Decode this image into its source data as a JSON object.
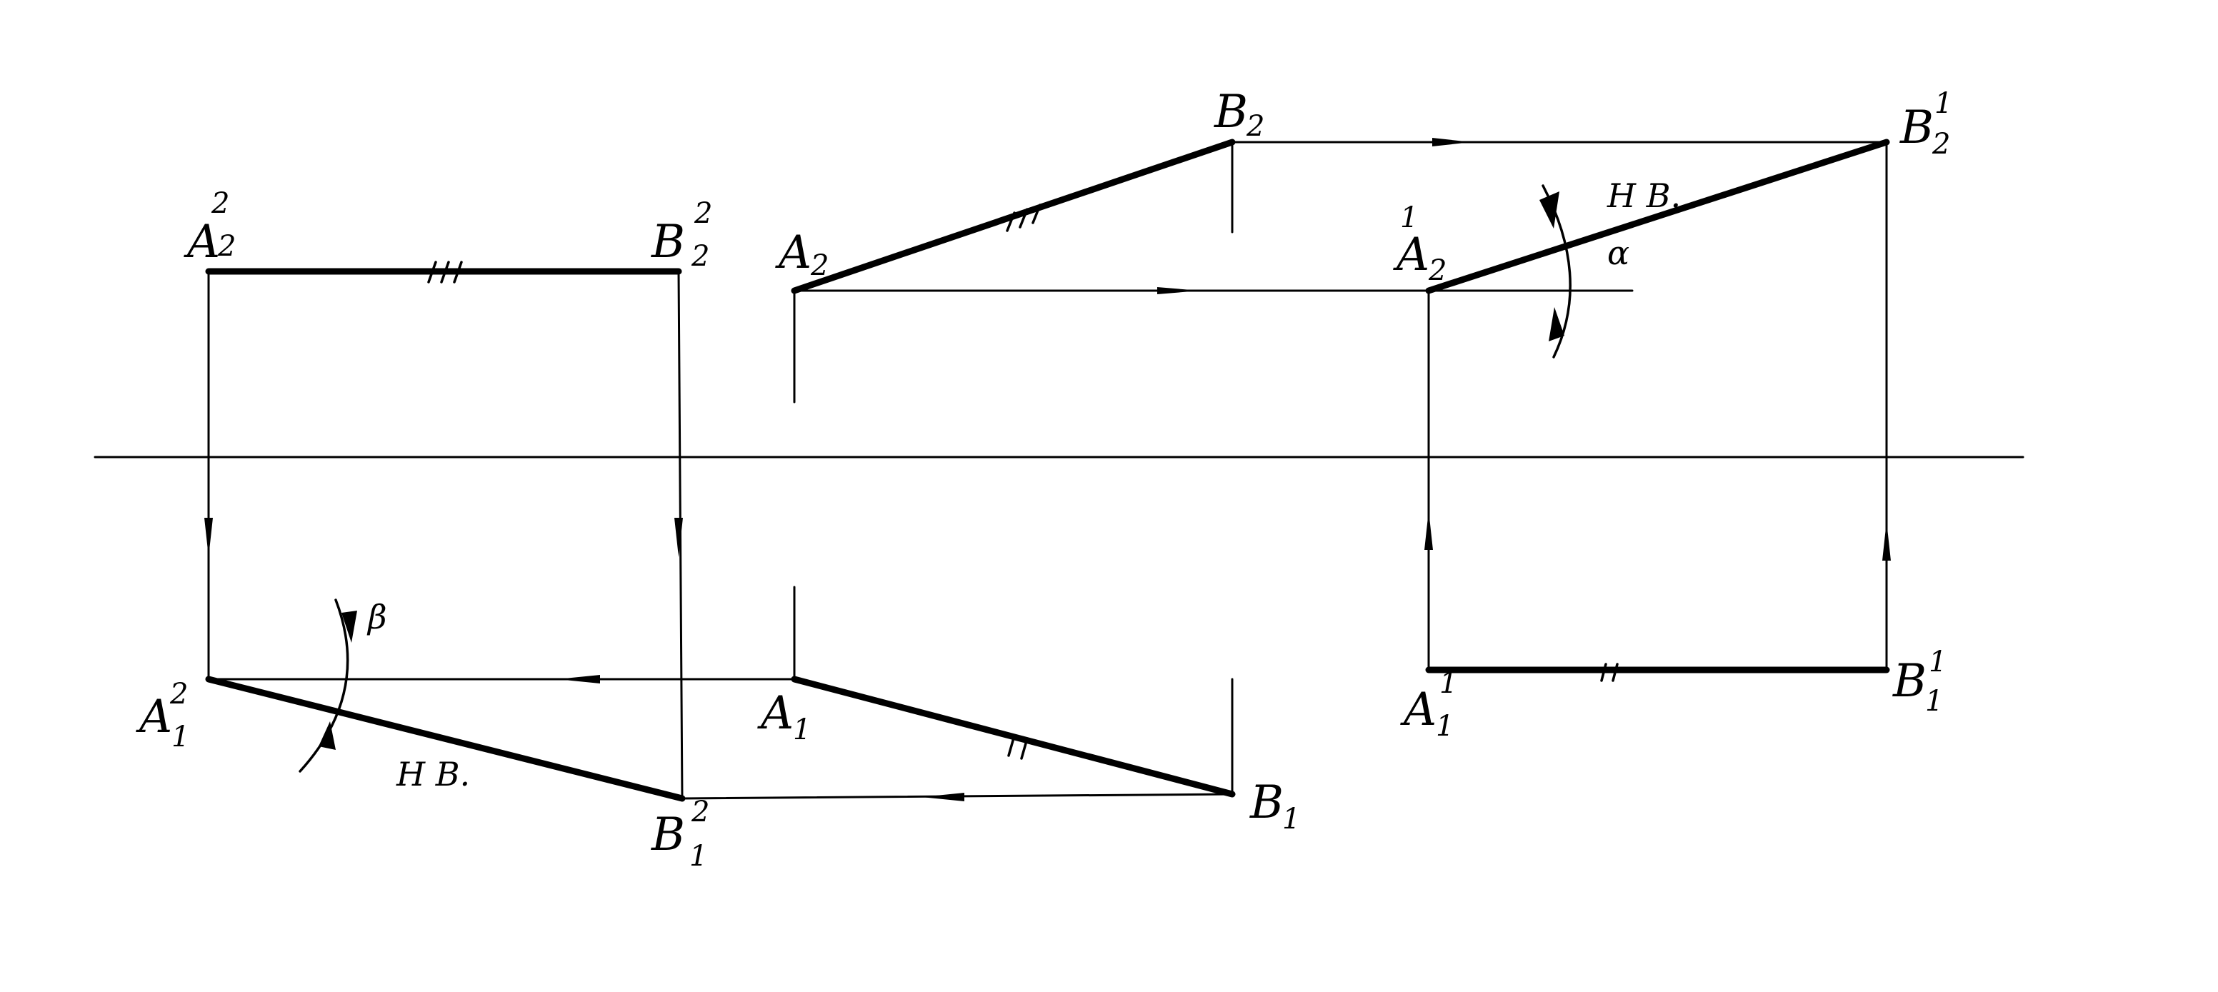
{
  "colors": {
    "ink": "#000000",
    "paper": "#ffffff"
  },
  "labels": {
    "A2": {
      "base": "A",
      "sub": "2"
    },
    "B2": {
      "base": "B",
      "sub": "2"
    },
    "A1": {
      "base": "A",
      "sub": "1"
    },
    "B1": {
      "base": "B",
      "sub": "1"
    },
    "A2p": {
      "base": "A",
      "sub": "2",
      "sup": "1"
    },
    "B2p": {
      "base": "B",
      "sub": "2",
      "sup": "1"
    },
    "A1p": {
      "base": "A",
      "sub": "1",
      "sup": "1"
    },
    "B1p": {
      "base": "B",
      "sub": "1",
      "sup": "1"
    },
    "A2s": {
      "base": "A",
      "sub": "2",
      "sup": "2"
    },
    "B2s": {
      "base": "B",
      "sub": "2",
      "sup": "2"
    },
    "A1s": {
      "base": "A",
      "sub": "1",
      "sup": "2"
    },
    "B1s": {
      "base": "B",
      "sub": "1",
      "sup": "2"
    }
  },
  "annotations": {
    "true_length_top": "H B.",
    "alpha": "α",
    "true_length_bottom": "H B.",
    "beta": "β"
  }
}
